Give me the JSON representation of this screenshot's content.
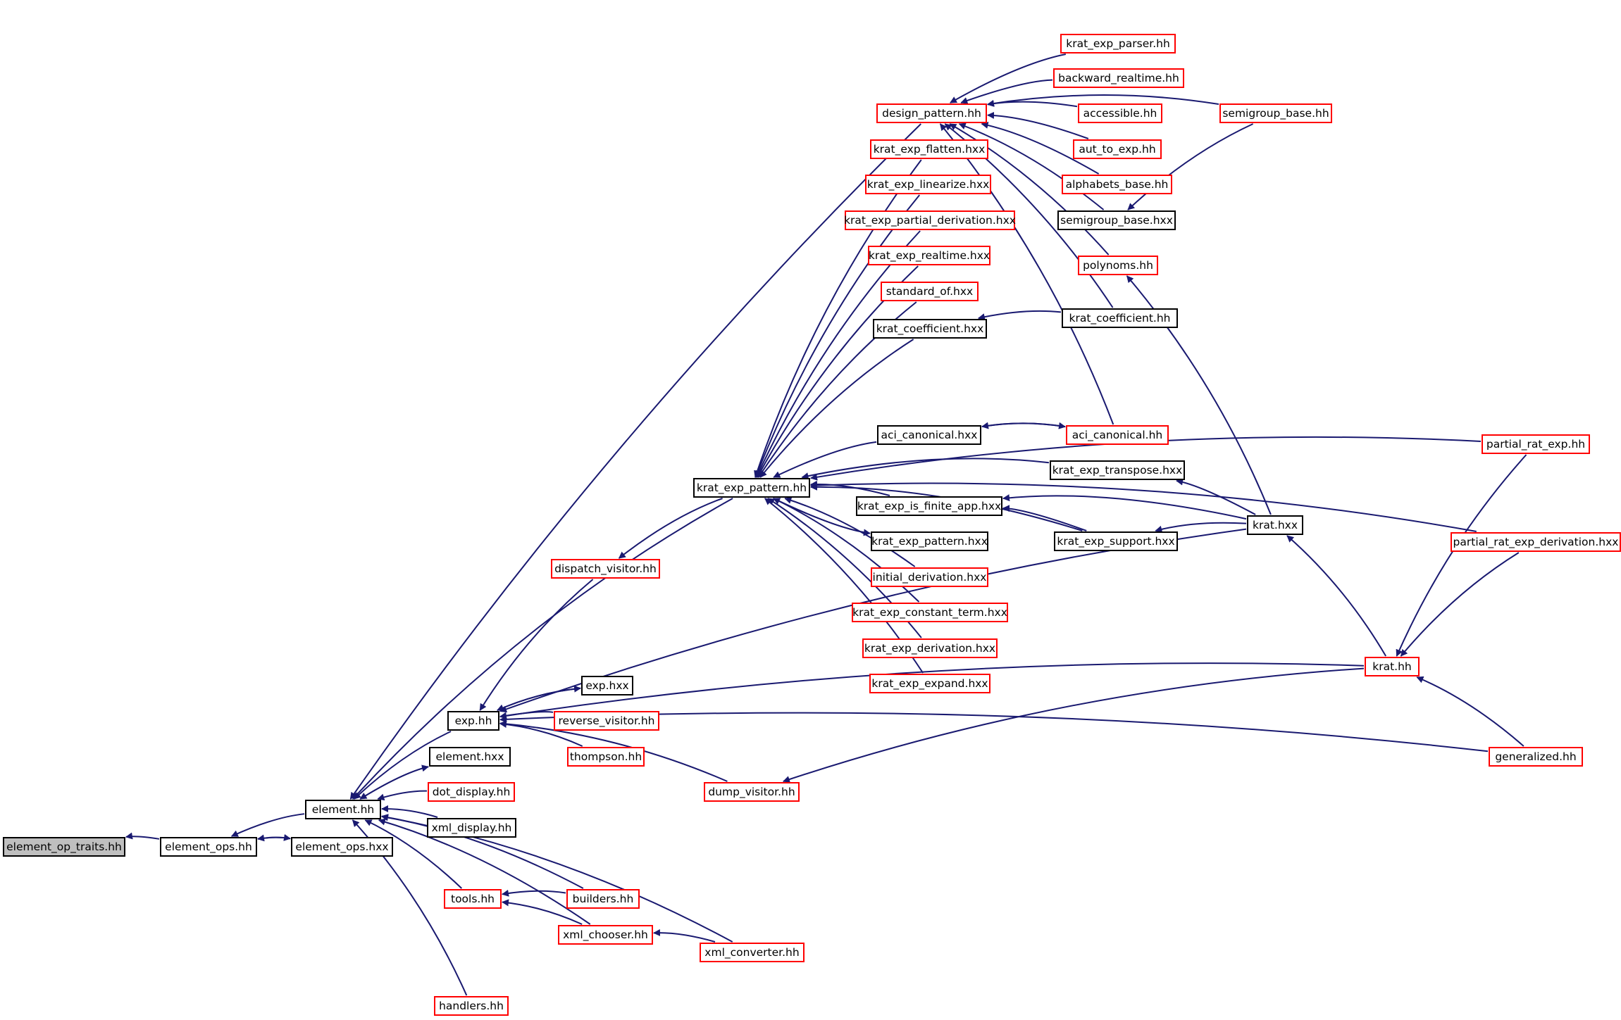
{
  "colors": {
    "edge": "#191970",
    "border_normal": "#000000",
    "border_red": "#ff0000",
    "root_fill": "#bfbfbf",
    "node_fill": "#ffffff"
  },
  "nodes": [
    {
      "id": "element_op_traits",
      "label": "element_op_traits.hh",
      "style": "root"
    },
    {
      "id": "element_ops_hh",
      "label": "element_ops.hh",
      "style": "normal"
    },
    {
      "id": "element_ops_hxx",
      "label": "element_ops.hxx",
      "style": "normal"
    },
    {
      "id": "element_hh",
      "label": "element.hh",
      "style": "normal"
    },
    {
      "id": "element_hxx",
      "label": "element.hxx",
      "style": "normal"
    },
    {
      "id": "dot_display",
      "label": "dot_display.hh",
      "style": "red"
    },
    {
      "id": "xml_display",
      "label": "xml_display.hh",
      "style": "normal"
    },
    {
      "id": "tools",
      "label": "tools.hh",
      "style": "red"
    },
    {
      "id": "builders",
      "label": "builders.hh",
      "style": "red"
    },
    {
      "id": "xml_chooser",
      "label": "xml_chooser.hh",
      "style": "red"
    },
    {
      "id": "xml_converter",
      "label": "xml_converter.hh",
      "style": "red"
    },
    {
      "id": "handlers",
      "label": "handlers.hh",
      "style": "red"
    },
    {
      "id": "exp_hh",
      "label": "exp.hh",
      "style": "normal"
    },
    {
      "id": "exp_hxx",
      "label": "exp.hxx",
      "style": "normal"
    },
    {
      "id": "reverse_visitor",
      "label": "reverse_visitor.hh",
      "style": "red"
    },
    {
      "id": "thompson",
      "label": "thompson.hh",
      "style": "red"
    },
    {
      "id": "dump_visitor",
      "label": "dump_visitor.hh",
      "style": "red"
    },
    {
      "id": "dispatch_visitor",
      "label": "dispatch_visitor.hh",
      "style": "red"
    },
    {
      "id": "krat_exp_pattern_hh",
      "label": "krat_exp_pattern.hh",
      "style": "normal"
    },
    {
      "id": "design_pattern",
      "label": "design_pattern.hh",
      "style": "red"
    },
    {
      "id": "krat_exp_parser",
      "label": "krat_exp_parser.hh",
      "style": "red"
    },
    {
      "id": "backward_realtime",
      "label": "backward_realtime.hh",
      "style": "red"
    },
    {
      "id": "accessible",
      "label": "accessible.hh",
      "style": "red"
    },
    {
      "id": "aut_to_exp",
      "label": "aut_to_exp.hh",
      "style": "red"
    },
    {
      "id": "alphabets_base",
      "label": "alphabets_base.hh",
      "style": "red"
    },
    {
      "id": "semigroup_base_hxx",
      "label": "semigroup_base.hxx",
      "style": "normal"
    },
    {
      "id": "semigroup_base_hh",
      "label": "semigroup_base.hh",
      "style": "red"
    },
    {
      "id": "polynoms",
      "label": "polynoms.hh",
      "style": "red"
    },
    {
      "id": "krat_coefficient_hh",
      "label": "krat_coefficient.hh",
      "style": "normal"
    },
    {
      "id": "krat_coefficient_hxx",
      "label": "krat_coefficient.hxx",
      "style": "normal"
    },
    {
      "id": "krat_exp_flatten",
      "label": "krat_exp_flatten.hxx",
      "style": "red"
    },
    {
      "id": "krat_exp_linearize",
      "label": "krat_exp_linearize.hxx",
      "style": "red"
    },
    {
      "id": "krat_exp_partial_derivation",
      "label": "krat_exp_partial_derivation.hxx",
      "style": "red"
    },
    {
      "id": "krat_exp_realtime",
      "label": "krat_exp_realtime.hxx",
      "style": "red"
    },
    {
      "id": "standard_of",
      "label": "standard_of.hxx",
      "style": "red"
    },
    {
      "id": "aci_canonical_hxx",
      "label": "aci_canonical.hxx",
      "style": "normal"
    },
    {
      "id": "aci_canonical_hh",
      "label": "aci_canonical.hh",
      "style": "red"
    },
    {
      "id": "krat_exp_transpose",
      "label": "krat_exp_transpose.hxx",
      "style": "normal"
    },
    {
      "id": "krat_exp_is_finite_app",
      "label": "krat_exp_is_finite_app.hxx",
      "style": "normal"
    },
    {
      "id": "krat_exp_pattern_hxx",
      "label": "krat_exp_pattern.hxx",
      "style": "normal"
    },
    {
      "id": "krat_exp_support",
      "label": "krat_exp_support.hxx",
      "style": "normal"
    },
    {
      "id": "initial_derivation",
      "label": "initial_derivation.hxx",
      "style": "red"
    },
    {
      "id": "krat_exp_constant_term",
      "label": "krat_exp_constant_term.hxx",
      "style": "red"
    },
    {
      "id": "krat_exp_derivation",
      "label": "krat_exp_derivation.hxx",
      "style": "red"
    },
    {
      "id": "krat_exp_expand",
      "label": "krat_exp_expand.hxx",
      "style": "red"
    },
    {
      "id": "krat_hxx",
      "label": "krat.hxx",
      "style": "normal"
    },
    {
      "id": "krat_hh",
      "label": "krat.hh",
      "style": "red"
    },
    {
      "id": "partial_rat_exp",
      "label": "partial_rat_exp.hh",
      "style": "red"
    },
    {
      "id": "partial_rat_exp_derivation",
      "label": "partial_rat_exp_derivation.hxx",
      "style": "red"
    },
    {
      "id": "generalized",
      "label": "generalized.hh",
      "style": "red"
    }
  ],
  "edges": [
    {
      "from": "element_ops_hh",
      "to": "element_op_traits"
    },
    {
      "from": "element_hh",
      "to": "element_ops_hh"
    },
    {
      "from": "element_ops_hxx",
      "to": "element_ops_hh"
    },
    {
      "from": "element_ops_hh",
      "to": "element_ops_hxx"
    },
    {
      "from": "exp_hh",
      "to": "element_hh"
    },
    {
      "from": "element_hxx",
      "to": "element_hh"
    },
    {
      "from": "dot_display",
      "to": "element_hh"
    },
    {
      "from": "xml_display",
      "to": "element_hh"
    },
    {
      "from": "tools",
      "to": "element_hh"
    },
    {
      "from": "builders",
      "to": "element_hh"
    },
    {
      "from": "xml_chooser",
      "to": "element_hh"
    },
    {
      "from": "xml_converter",
      "to": "element_hh"
    },
    {
      "from": "handlers",
      "to": "element_hh"
    },
    {
      "from": "krat_exp_pattern_hh",
      "to": "element_hh"
    },
    {
      "from": "design_pattern",
      "to": "element_hh"
    },
    {
      "from": "element_hh",
      "to": "element_hxx"
    },
    {
      "from": "builders",
      "to": "tools"
    },
    {
      "from": "xml_chooser",
      "to": "tools"
    },
    {
      "from": "xml_converter",
      "to": "xml_chooser"
    },
    {
      "from": "dispatch_visitor",
      "to": "exp_hh"
    },
    {
      "from": "exp_hxx",
      "to": "exp_hh"
    },
    {
      "from": "exp_hh",
      "to": "exp_hxx"
    },
    {
      "from": "reverse_visitor",
      "to": "exp_hh"
    },
    {
      "from": "thompson",
      "to": "exp_hh"
    },
    {
      "from": "dump_visitor",
      "to": "exp_hh"
    },
    {
      "from": "krat_hxx",
      "to": "exp_hh"
    },
    {
      "from": "krat_hh",
      "to": "exp_hh"
    },
    {
      "from": "generalized",
      "to": "exp_hh"
    },
    {
      "from": "krat_hh",
      "to": "dump_visitor"
    },
    {
      "from": "krat_exp_pattern_hh",
      "to": "dispatch_visitor"
    },
    {
      "from": "krat_exp_parser",
      "to": "design_pattern"
    },
    {
      "from": "backward_realtime",
      "to": "design_pattern"
    },
    {
      "from": "accessible",
      "to": "design_pattern"
    },
    {
      "from": "aut_to_exp",
      "to": "design_pattern"
    },
    {
      "from": "alphabets_base",
      "to": "design_pattern"
    },
    {
      "from": "semigroup_base_hxx",
      "to": "design_pattern"
    },
    {
      "from": "semigroup_base_hh",
      "to": "design_pattern"
    },
    {
      "from": "polynoms",
      "to": "design_pattern"
    },
    {
      "from": "krat_coefficient_hh",
      "to": "design_pattern"
    },
    {
      "from": "aci_canonical_hh",
      "to": "design_pattern"
    },
    {
      "from": "semigroup_base_hh",
      "to": "semigroup_base_hxx"
    },
    {
      "from": "krat_hxx",
      "to": "polynoms"
    },
    {
      "from": "krat_coefficient_hh",
      "to": "krat_coefficient_hxx"
    },
    {
      "from": "krat_exp_flatten",
      "to": "krat_exp_pattern_hh"
    },
    {
      "from": "krat_exp_linearize",
      "to": "krat_exp_pattern_hh"
    },
    {
      "from": "krat_exp_partial_derivation",
      "to": "krat_exp_pattern_hh"
    },
    {
      "from": "krat_exp_realtime",
      "to": "krat_exp_pattern_hh"
    },
    {
      "from": "standard_of",
      "to": "krat_exp_pattern_hh"
    },
    {
      "from": "krat_coefficient_hxx",
      "to": "krat_exp_pattern_hh"
    },
    {
      "from": "aci_canonical_hxx",
      "to": "krat_exp_pattern_hh"
    },
    {
      "from": "krat_exp_transpose",
      "to": "krat_exp_pattern_hh"
    },
    {
      "from": "krat_exp_is_finite_app",
      "to": "krat_exp_pattern_hh"
    },
    {
      "from": "krat_exp_pattern_hh",
      "to": "krat_exp_pattern_hxx"
    },
    {
      "from": "krat_exp_pattern_hxx",
      "to": "krat_exp_pattern_hh"
    },
    {
      "from": "initial_derivation",
      "to": "krat_exp_pattern_hh"
    },
    {
      "from": "krat_exp_constant_term",
      "to": "krat_exp_pattern_hh"
    },
    {
      "from": "krat_exp_derivation",
      "to": "krat_exp_pattern_hh"
    },
    {
      "from": "krat_exp_expand",
      "to": "krat_exp_pattern_hh"
    },
    {
      "from": "krat_exp_support",
      "to": "krat_exp_pattern_hh"
    },
    {
      "from": "partial_rat_exp",
      "to": "krat_exp_pattern_hh"
    },
    {
      "from": "partial_rat_exp_derivation",
      "to": "krat_exp_pattern_hh"
    },
    {
      "from": "aci_canonical_hh",
      "to": "aci_canonical_hxx"
    },
    {
      "from": "aci_canonical_hxx",
      "to": "aci_canonical_hh"
    },
    {
      "from": "krat_hxx",
      "to": "krat_exp_transpose"
    },
    {
      "from": "krat_hxx",
      "to": "krat_exp_is_finite_app"
    },
    {
      "from": "krat_exp_support",
      "to": "krat_exp_is_finite_app"
    },
    {
      "from": "krat_hxx",
      "to": "krat_exp_support"
    },
    {
      "from": "krat_hh",
      "to": "krat_hxx"
    },
    {
      "from": "partial_rat_exp",
      "to": "krat_hh"
    },
    {
      "from": "partial_rat_exp_derivation",
      "to": "krat_hh"
    },
    {
      "from": "generalized",
      "to": "krat_hh"
    }
  ]
}
